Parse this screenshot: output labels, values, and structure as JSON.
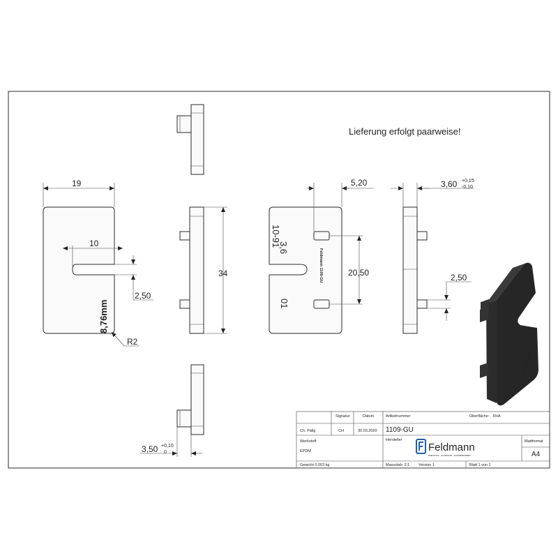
{
  "note": "Lieferung erfolgt paarweise!",
  "dimensions": {
    "width_19": "19",
    "slot_10": "10",
    "slot_250": "2,50",
    "label_876": "8,76mm",
    "radius": "R2",
    "height_34": "34",
    "pin_520": "5,20",
    "pin_2050": "20,50",
    "thick_360": "3,60",
    "tol_015": "+0,15",
    "tol_010n": "-0,10",
    "pin_250": "2,50",
    "base_350": "3,50",
    "tol_010p": "+0,10",
    "tol_0": "0"
  },
  "engraving": {
    "code_top": "3,6",
    "code_mid": "10-91",
    "code_bottom": "01",
    "brand_text": "Feldmann 1109-GU",
    "iso_text": "8,76mm"
  },
  "title_block": {
    "name": "Ch. Pälig",
    "signatur_label": "Signatur",
    "signatur_value": "CH",
    "datum_label": "Datum",
    "datum_value": "30.03.2020",
    "artikel_label": "Artikelnummer",
    "artikel_value": "1109-GU",
    "oberflaeche_label": "Oberfläche:",
    "oberflaeche_value": "RoA",
    "werkstoff_label": "Werkstoff:",
    "werkstoff_value": "EPDM",
    "hersteller_label": "Hersteller",
    "logo_text": "Feldmann",
    "logo_sub": "EDELSTAHL · ALUMINIUM · SCHMIEDEARBEIT",
    "blattformat_label": "Blattformat",
    "blattformat_value": "A4",
    "gewicht": "Gewicht 0.003 kg",
    "massstab": "Massstab: 2:1",
    "version": "Version 1",
    "blatt": "Blatt 1 von 1"
  }
}
